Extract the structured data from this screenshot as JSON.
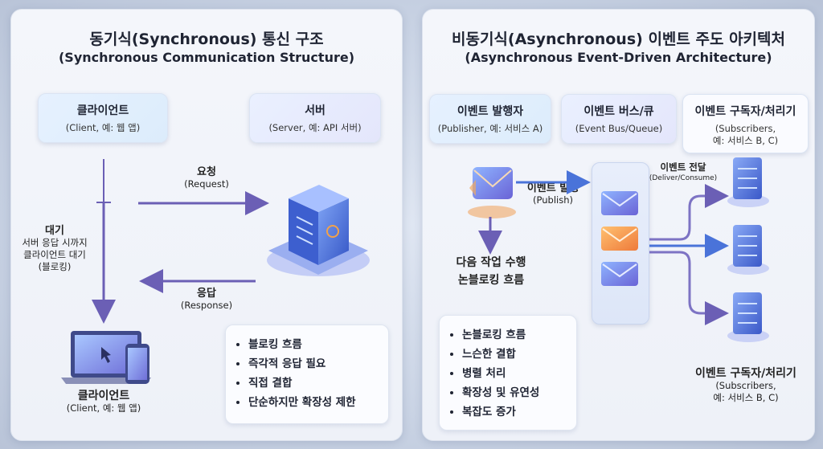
{
  "sync": {
    "title": "동기식(Synchronous) 통신 구조",
    "subtitle": "(Synchronous Communication Structure)",
    "client_top": {
      "title": "클라이언트",
      "sub": "(Client, 예: 웹 앱)"
    },
    "server": {
      "title": "서버",
      "sub": "(Server, 예: API 서버)"
    },
    "request": {
      "label": "요청",
      "sub": "(Request)"
    },
    "response": {
      "label": "응답",
      "sub": "(Response)"
    },
    "wait": {
      "label": "대기",
      "line1": "서버 응답 시까지",
      "line2": "클라이언트 대기",
      "line3": "(블로킹)"
    },
    "client_bottom": {
      "title": "클라이언트",
      "sub": "(Client, 예: 웹 앱)"
    },
    "bullets": [
      "블로킹 흐름",
      "즉각적 응답 필요",
      "직접 결합",
      "단순하지만 확장성 제한"
    ]
  },
  "async": {
    "title": "비동기식(Asynchronous) 이벤트 주도 아키텍처",
    "subtitle": "(Asynchronous Event-Driven Architecture)",
    "publisher": {
      "title": "이벤트 발행자",
      "sub": "(Publisher, 예: 서비스 A)"
    },
    "bus": {
      "title": "이벤트 버스/큐",
      "sub": "(Event Bus/Queue)"
    },
    "subscribers_top": {
      "title": "이벤트 구독자/처리기",
      "sub1": "(Subscribers,",
      "sub2": "예: 서비스 B, C)"
    },
    "publish": {
      "label": "이벤트 발행",
      "sub": "(Publish)"
    },
    "deliver": {
      "label": "이벤트 전달",
      "sub": "(Deliver/Consume)"
    },
    "next_task": {
      "line1": "다음 작업 수행",
      "line2": "논블로킹 흐름"
    },
    "subscribers_bottom": {
      "title": "이벤트 구독자/처리기",
      "sub1": "(Subscribers,",
      "sub2": "예: 서비스 B, C)"
    },
    "bullets": [
      "논블로킹 흐름",
      "느슨한 결합",
      "병렬 처리",
      "확장성 및 유연성",
      "복잡도 증가"
    ]
  },
  "colors": {
    "arrow": "#6b5fb5",
    "accent_orange": "#e8843a",
    "server_blue": "#4a73d9"
  }
}
